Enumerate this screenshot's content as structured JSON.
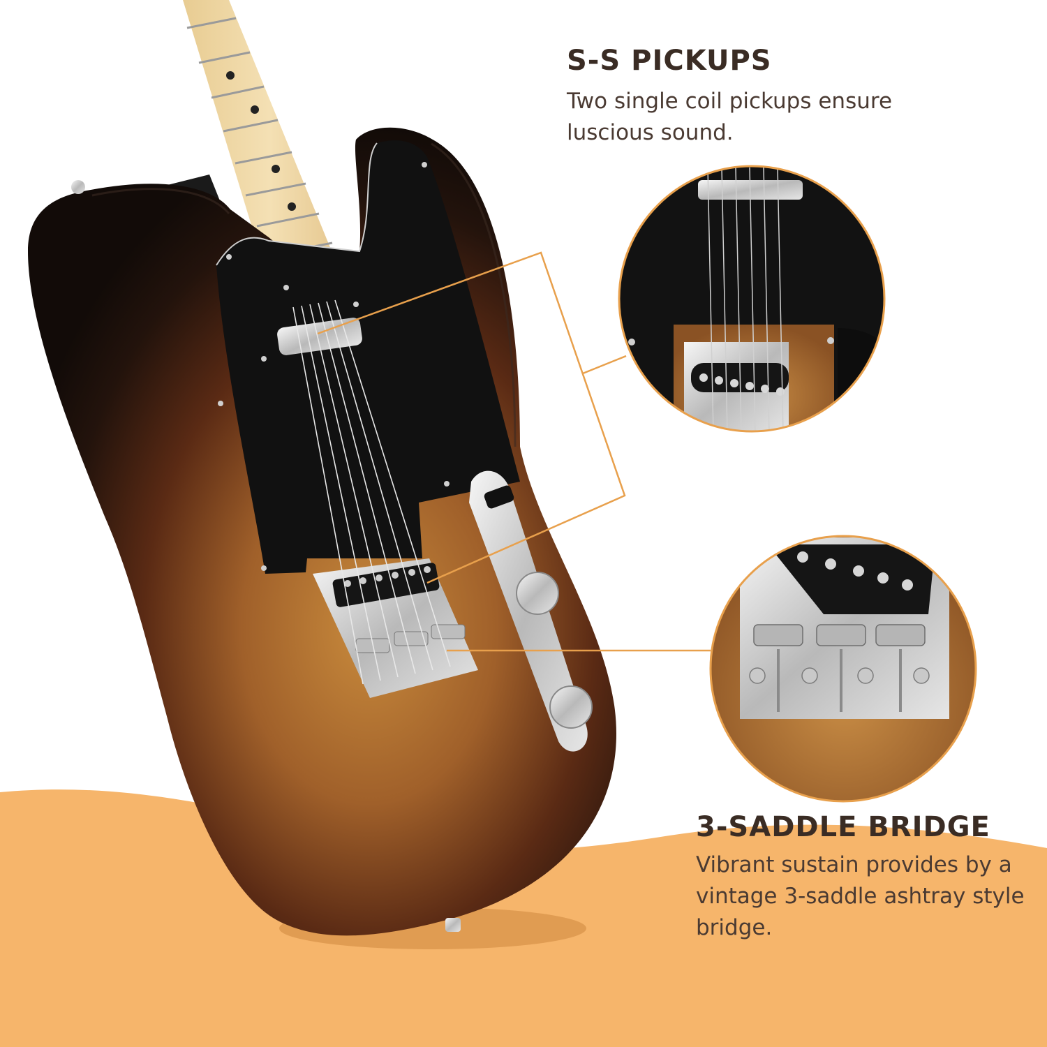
{
  "features": {
    "pickups": {
      "title": "S-S PICKUPS",
      "description": "Two single coil pickups ensure luscious sound."
    },
    "bridge": {
      "title": "3-SADDLE BRIDGE",
      "description": "Vibrant sustain provides by a vintage 3-saddle ashtray style bridge."
    }
  },
  "colors": {
    "background": "#ffffff",
    "floor_orange": "#f6b56b",
    "callout_line": "#e8a04c",
    "heading_text": "#3a2c24",
    "body_text": "#4a3a32",
    "sunburst_edge": "#140d0a",
    "sunburst_center": "#c88a3c",
    "pickguard": "#111111",
    "maple_neck": "#f0d9a6",
    "chrome": "#d8d8d8"
  },
  "icons": {
    "guitar": "telecaster-guitar-illustration",
    "pickup_zoom": "pickup-closeup-circle",
    "bridge_zoom": "bridge-closeup-circle"
  }
}
